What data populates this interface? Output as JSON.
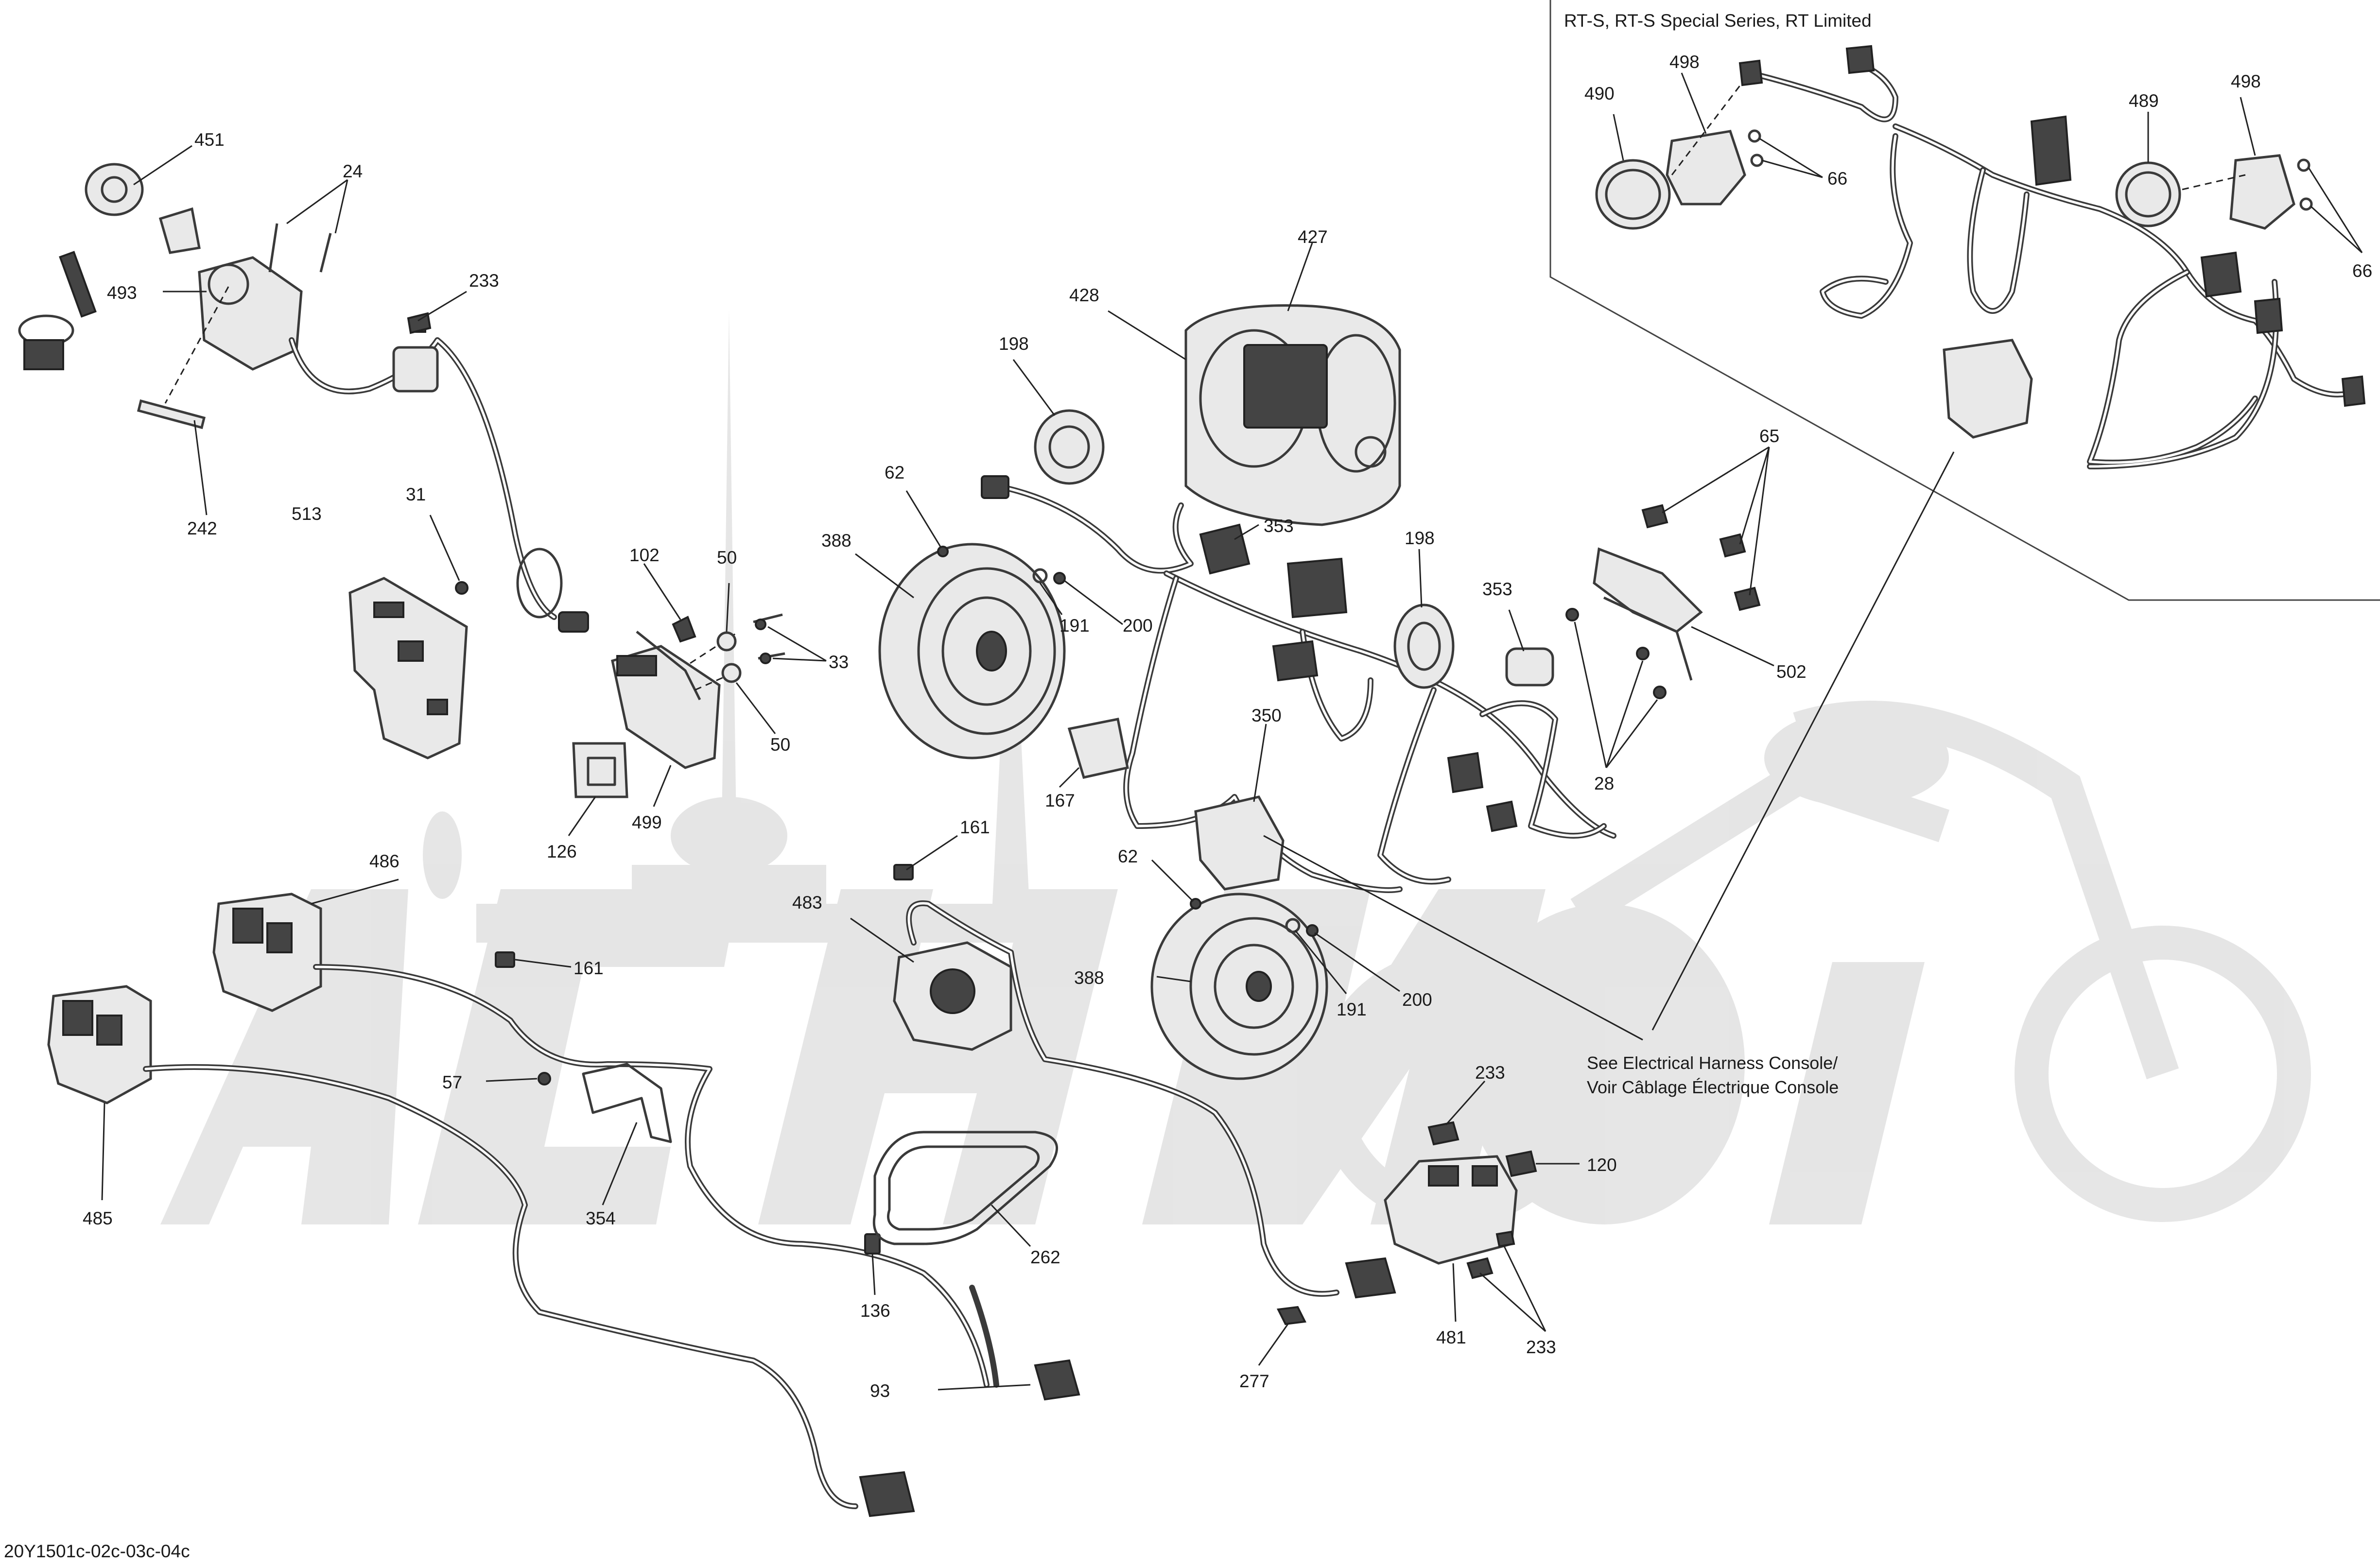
{
  "variant_box": {
    "title": "RT-S, RT-S Special Series, RT Limited"
  },
  "notes": {
    "harness_ref_line1": "See Electrical Harness Console/",
    "harness_ref_line2": "Voir Câblage Électrique Console"
  },
  "footer": {
    "drawing_code": "20Y1501c-02c-03c-04c"
  },
  "callouts": {
    "c451": "451",
    "c24": "24",
    "c493": "493",
    "c233a": "233",
    "c242": "242",
    "c513": "513",
    "c31": "31",
    "c102": "102",
    "c50a": "50",
    "c33": "33",
    "c50b": "50",
    "c126": "126",
    "c499": "499",
    "c62a": "62",
    "c388a": "388",
    "c191a": "191",
    "c200a": "200",
    "c198a": "198",
    "c428": "428",
    "c427": "427",
    "c353a": "353",
    "c198b": "198",
    "c353b": "353",
    "c350": "350",
    "c167": "167",
    "c65": "65",
    "c502": "502",
    "c28": "28",
    "c161a": "161",
    "c486": "486",
    "c161b": "161",
    "c483": "483",
    "c62b": "62",
    "c388b": "388",
    "c191b": "191",
    "c200b": "200",
    "c57": "57",
    "c354": "354",
    "c485": "485",
    "c262": "262",
    "c136": "136",
    "c93": "93",
    "c277": "277",
    "c233b": "233",
    "c120": "120",
    "c481": "481",
    "c233c": "233",
    "c490": "490",
    "c498a": "498",
    "c66a": "66",
    "c489": "489",
    "c498b": "498",
    "c66b": "66"
  }
}
